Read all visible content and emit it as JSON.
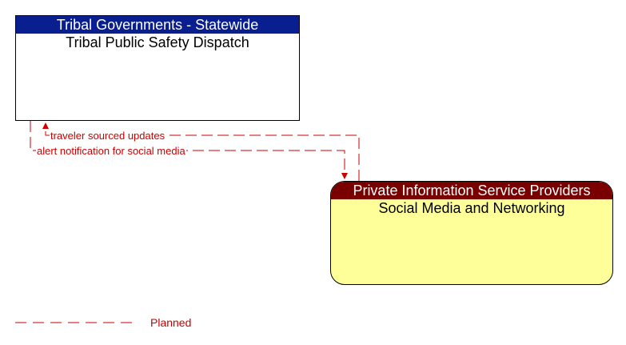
{
  "nodes": {
    "tribal": {
      "header": "Tribal Governments - Statewide",
      "title": "Tribal Public Safety Dispatch",
      "header_color": "#0a1f8f",
      "fill_color": "#ffffff"
    },
    "private": {
      "header": "Private Information Service Providers",
      "title": "Social Media and Networking",
      "header_color": "#7a0000",
      "fill_color": "#ffff99"
    }
  },
  "flows": [
    {
      "label": "traveler sourced updates",
      "from": "Social Media and Networking",
      "to": "Tribal Public Safety Dispatch",
      "status": "Planned"
    },
    {
      "label": "alert notification for social media",
      "from": "Tribal Public Safety Dispatch",
      "to": "Social Media and Networking",
      "status": "Planned"
    }
  ],
  "legend": {
    "planned_label": "Planned",
    "planned_color": "#cc0000"
  }
}
